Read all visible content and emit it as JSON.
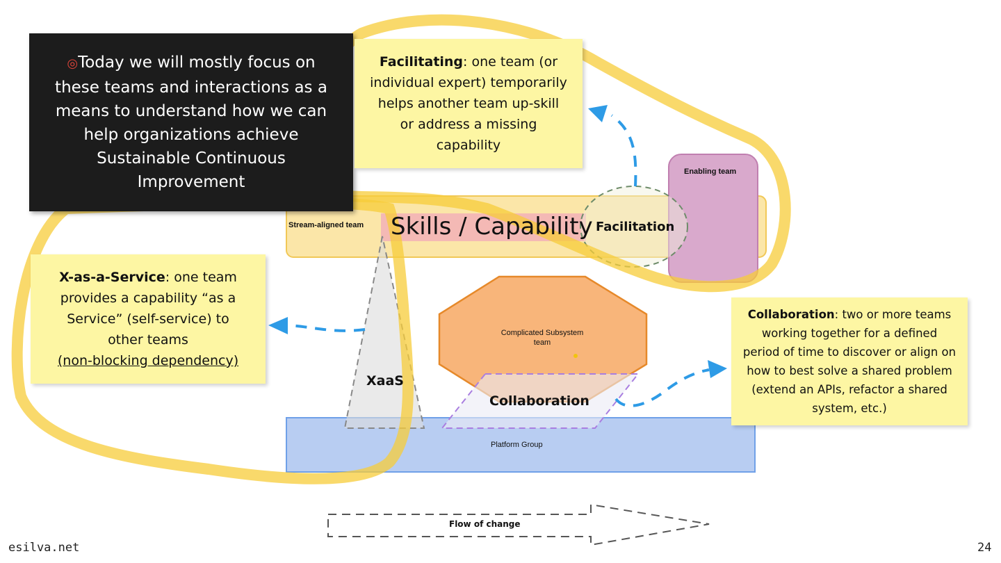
{
  "focus_note": {
    "icon": "target-icon",
    "text": "Today we will mostly focus on these teams and interactions as a means to understand how we can help organizations achieve Sustainable Continuous Improvement"
  },
  "facilitating_note": {
    "title": "Facilitating",
    "text": ": one team (or individual expert) temporarily helps another team up-skill or address a missing capability"
  },
  "xaas_note": {
    "title": "X-as-a-Service",
    "text": ": one team provides a capability “as a Service” (self-service) to other teams",
    "underlined": "(non-blocking dependency)"
  },
  "collaboration_note": {
    "title": "Collaboration",
    "text": ": two or more teams working together for a defined period of time to discover or align on how to best solve a shared problem (extend an APIs, refactor a shared system, etc.)"
  },
  "diagram": {
    "stream_aligned_team": "Stream-aligned team",
    "skills_capability": "Skills / Capability",
    "facilitation": "Facilitation",
    "enabling_team": "Enabling team",
    "complicated_subsystem_team": "Complicated Subsystem team",
    "xaas": "XaaS",
    "collaboration": "Collaboration",
    "platform_group": "Platform Group",
    "flow_of_change": "Flow of change"
  },
  "colors": {
    "highlight": "#f7cc3a",
    "arrow_blue": "#2e9be6",
    "stream_fill": "#fbe6a8",
    "platform_fill": "#b8cdf2",
    "enabling_fill": "#d9a9cc",
    "subsystem_fill": "#f8b57a",
    "note_yellow": "#fdf6a3"
  },
  "footer": {
    "site": "esilva.net",
    "page_number": "24"
  }
}
